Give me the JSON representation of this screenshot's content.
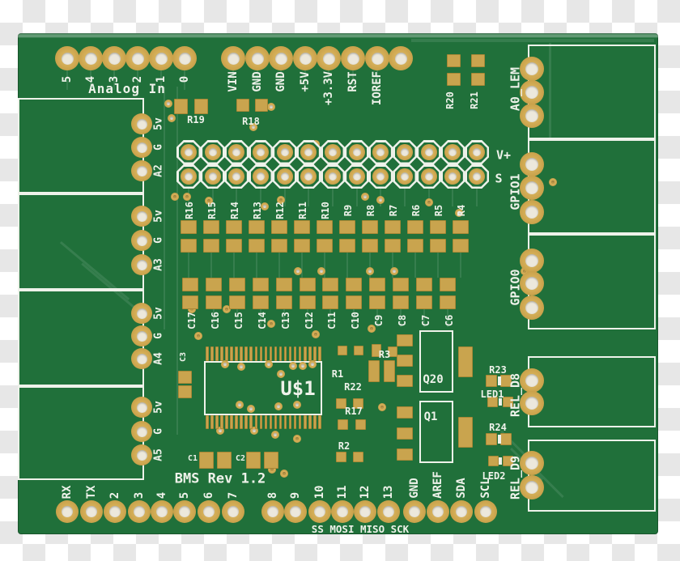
{
  "board_title": "BMS Rev 1.2",
  "colors": {
    "board_green": "#20703a",
    "pad_gold": "#c9a44e",
    "silkscreen_white": "#eef2ea",
    "background_checker": "#e7e7e7"
  },
  "silkscreen": {
    "analog_header": {
      "title": "Analog In",
      "pins": [
        "5",
        "4",
        "3",
        "2",
        "1",
        "0"
      ]
    },
    "power_pins": [
      "VIN",
      "GND",
      "GND",
      "+5V",
      "+3.3V",
      "RST",
      "IOREF"
    ],
    "left_pin_groups": [
      [
        "5v",
        "G",
        "A2"
      ],
      [
        "5v",
        "G",
        "A3"
      ],
      [
        "5v",
        "G",
        "A4"
      ],
      [
        "5v",
        "G",
        "A5"
      ]
    ],
    "header_io": {
      "vplus": "V+",
      "signal": "S"
    },
    "right_connectors": [
      "A0_LEM",
      "GPIO1",
      "GPIO0",
      "REL_D8",
      "REL_D9"
    ],
    "resistor_row": [
      "R16",
      "R15",
      "R14",
      "R13",
      "R12",
      "R11",
      "R10",
      "R9",
      "R8",
      "R7",
      "R6",
      "R5",
      "R4"
    ],
    "capacitor_row": [
      "C17",
      "C16",
      "C15",
      "C14",
      "C13",
      "C12",
      "C11",
      "C10",
      "C9",
      "C8",
      "C7",
      "C6"
    ],
    "top_resistors": [
      "R19",
      "R18",
      "R20",
      "R21"
    ],
    "ic_label": "U$1",
    "transistor_labels": [
      "Q20",
      "Q1"
    ],
    "mid_refs": [
      "R3",
      "R1",
      "R22",
      "R17",
      "R2"
    ],
    "c3_ref": "C3",
    "led_section": [
      "R23",
      "LED1",
      "R24",
      "LED2"
    ],
    "decoupling_caps": [
      "C1",
      "C2"
    ],
    "bottom_pins": [
      "RX",
      "TX",
      "2",
      "3",
      "4",
      "5",
      "6",
      "7",
      "8",
      "9",
      "10",
      "11",
      "12",
      "13",
      "GND",
      "AREF",
      "SDA",
      "SCL"
    ],
    "spi_note": "SS MOSI MISO SCK"
  }
}
